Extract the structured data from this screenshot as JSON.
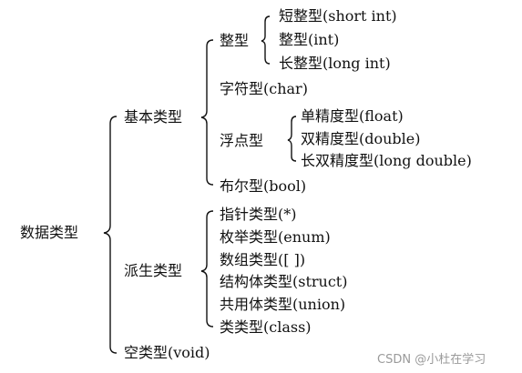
{
  "root": "数据类型",
  "basic": {
    "label": "基本类型",
    "integer": {
      "label": "整型",
      "items": [
        "短整型(short int)",
        "整型(int)",
        "长整型(long int)"
      ]
    },
    "char": "字符型(char)",
    "float": {
      "label": "浮点型",
      "items": [
        "单精度型(float)",
        "双精度型(double)",
        "长双精度型(long double)"
      ]
    },
    "bool": "布尔型(bool)"
  },
  "derived": {
    "label": "派生类型",
    "items": [
      "指针类型(*)",
      "枚举类型(enum)",
      "数组类型([ ])",
      "结构体类型(struct)",
      "共用体类型(union)",
      "类类型(class)"
    ]
  },
  "void": "空类型(void)",
  "watermark": "CSDN @小杜在学习"
}
